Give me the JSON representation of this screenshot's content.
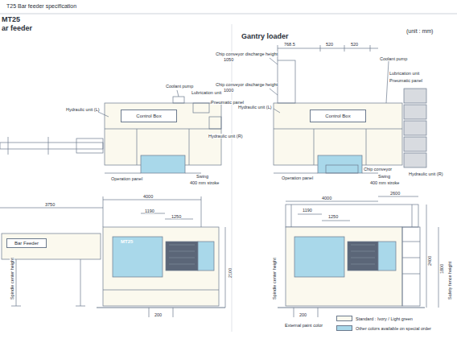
{
  "diagram": {
    "title": "T25 Bar feeder specification",
    "nodes": [
      {
        "text": [
          "Control Box"
        ]
      },
      {
        "text": [
          "Control Box"
        ]
      },
      {
        "text": [
          "Bar Feeder"
        ]
      }
    ],
    "labels": [
      "MT25",
      "ar feeder",
      "Gantry loader",
      "(unit : mm)",
      "Coolant pump",
      "Lubrication unit",
      "Pneumatic panel",
      "Hydraulic unit (R)",
      "Hydraulic unit (L)",
      "Operation panel",
      "Swing",
      "400 mm stroke",
      "Chip conveyor discharge height",
      "1050",
      "Chip conveyor discharge height",
      "1000",
      "768.5",
      "520",
      "520",
      "Coolant pump",
      "Lubrication unit",
      "Pneumatic panel",
      "Hydraulic unit (R)",
      "Hydraulic unit (L)",
      "Chip conveyor",
      "Operation panel",
      "Swing",
      "400 mm stroke",
      "3750",
      "4000",
      "1190",
      "1250",
      "MT25",
      "Spindle center height",
      "2100",
      "200",
      "4000",
      "2600",
      "1190",
      "1250",
      "Spindle center height",
      "2400",
      "1800",
      "Safety fence height",
      "200",
      "External paint color"
    ],
    "legend": [
      {
        "text": "Standard : Ivory / Light green",
        "color": "#fbf9ee"
      },
      {
        "text": "Other colors available on special order",
        "color": "#a9d8ea"
      }
    ]
  }
}
